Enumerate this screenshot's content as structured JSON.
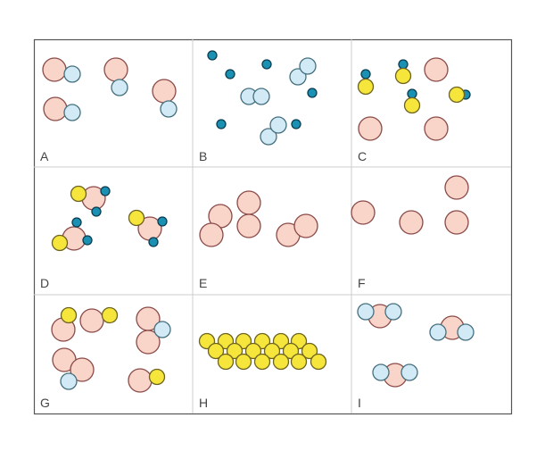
{
  "panels": [
    {
      "label": "A"
    },
    {
      "label": "B"
    },
    {
      "label": "C"
    },
    {
      "label": "D"
    },
    {
      "label": "E"
    },
    {
      "label": "F"
    },
    {
      "label": "G"
    },
    {
      "label": "H"
    },
    {
      "label": "I"
    }
  ],
  "colors": {
    "large_pink": "#f9d4c8",
    "light_blue": "#d2eaf6",
    "yellow": "#f6e63c",
    "small_teal": "#1a90b2"
  }
}
